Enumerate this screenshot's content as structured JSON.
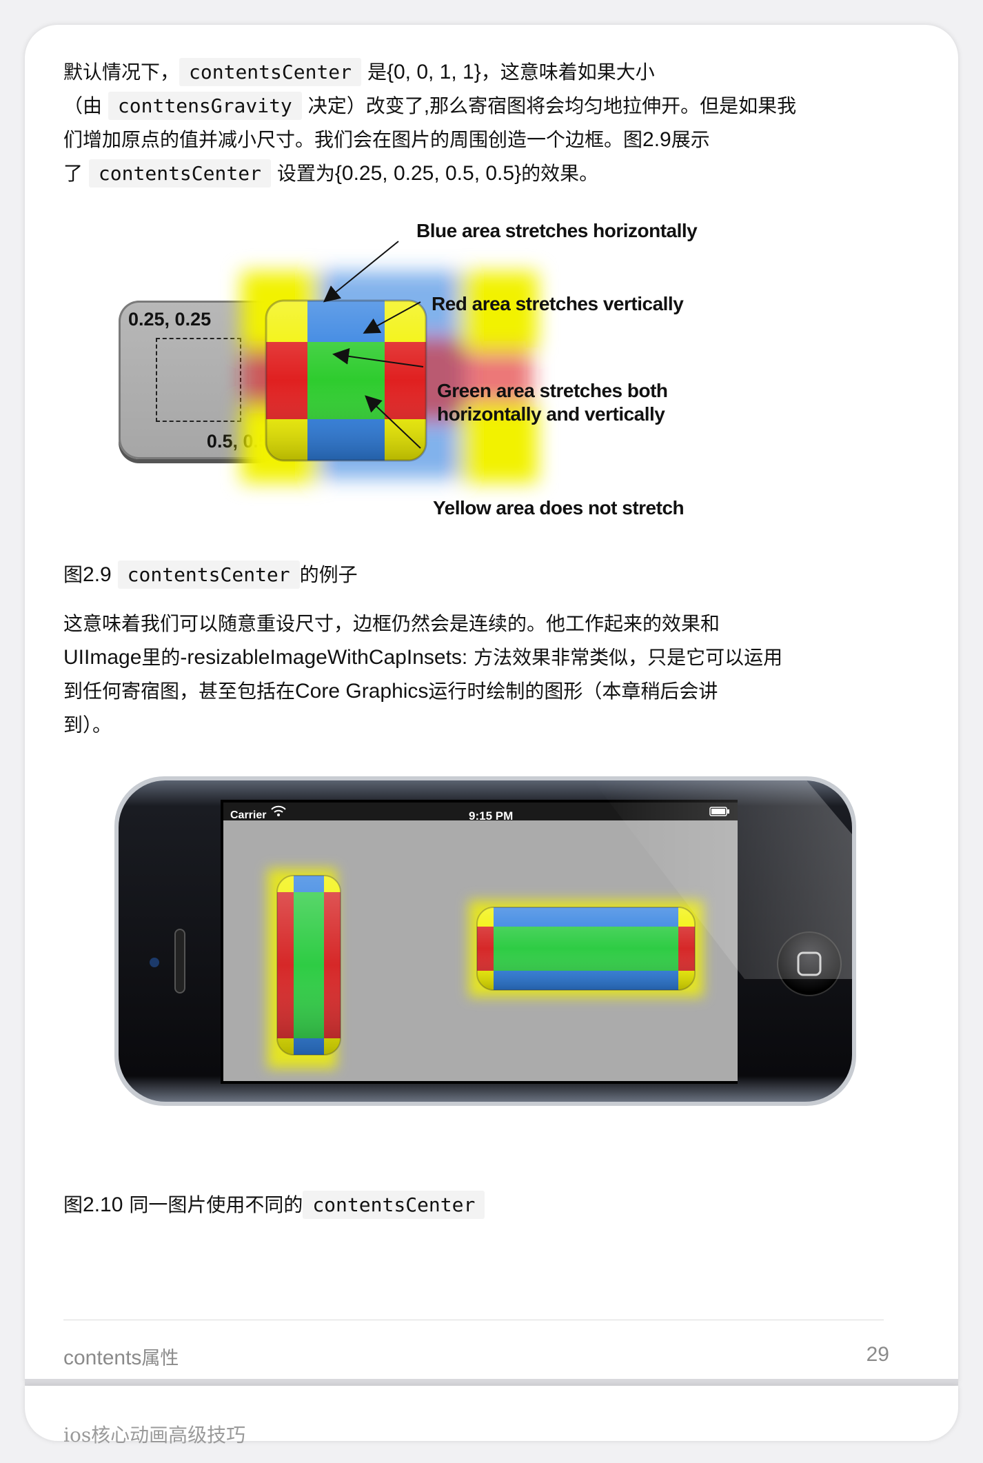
{
  "paragraph1": {
    "line1_a": "默认情况下，",
    "line1_code": "contentsCenter",
    "line1_b": "是",
    "line1_c": "{0, 0, 1, 1}",
    "line1_d": "，这意味着如果大小",
    "line2_a": "（由",
    "line2_code": "conttensGravity",
    "line2_b": "决定）改变了",
    "line2_c": ",",
    "line2_d": "那么寄宿图将会均匀地拉伸开。但是如果我",
    "line3_a": "们增加原点的值并减小尺寸。我们会在图片的周围创造一个边框。图",
    "line3_b": "2.9",
    "line3_c": "展示",
    "line4_a": "了",
    "line4_code": "contentsCenter",
    "line4_b": "设置为",
    "line4_c": "{0.25, 0.25, 0.5, 0.5}",
    "line4_d": "的效果。"
  },
  "figure1": {
    "top_left_label": "0.25, 0.25",
    "bottom_right_label": "0.5, 0.5",
    "annotations": [
      "Blue area stretches horizontally",
      "Red area stretches vertically",
      "Green area stretches both",
      "horizontally and vertically",
      "Yellow area does not stretch"
    ],
    "colors": {
      "blue": "#2f7fe0",
      "red": "#e02020",
      "green": "#2ecc2e",
      "yellow": "#f2f200"
    }
  },
  "caption1": {
    "prefix": "图",
    "num": "2.9",
    "code": "contentsCenter",
    "suffix": "的例子"
  },
  "paragraph2": {
    "line1": "这意味着我们可以随意重设尺寸，边框仍然会是连续的。他工作起来的效果和",
    "line2_a": "UIImage",
    "line2_b": "里的",
    "line2_c": "-resizableImageWithCapInsets:",
    "line2_d": "方法效果非常类似，只是它可以运用",
    "line3_a": "到任何寄宿图，甚至包括在",
    "line3_b": "Core Graphics",
    "line3_c": "运行时绘制的图形（本章稍后会讲",
    "line4": "到）。"
  },
  "figure2": {
    "status_carrier": "Carrier",
    "status_time": "9:15 PM"
  },
  "caption2": {
    "prefix": "图",
    "num": "2.10",
    "text": "同一图片使用不同的",
    "code": "contentsCenter"
  },
  "footer": {
    "section_en": "contents",
    "section_zh": "属性",
    "page": "29"
  },
  "next_page_header": "ios核心动画高级技巧"
}
